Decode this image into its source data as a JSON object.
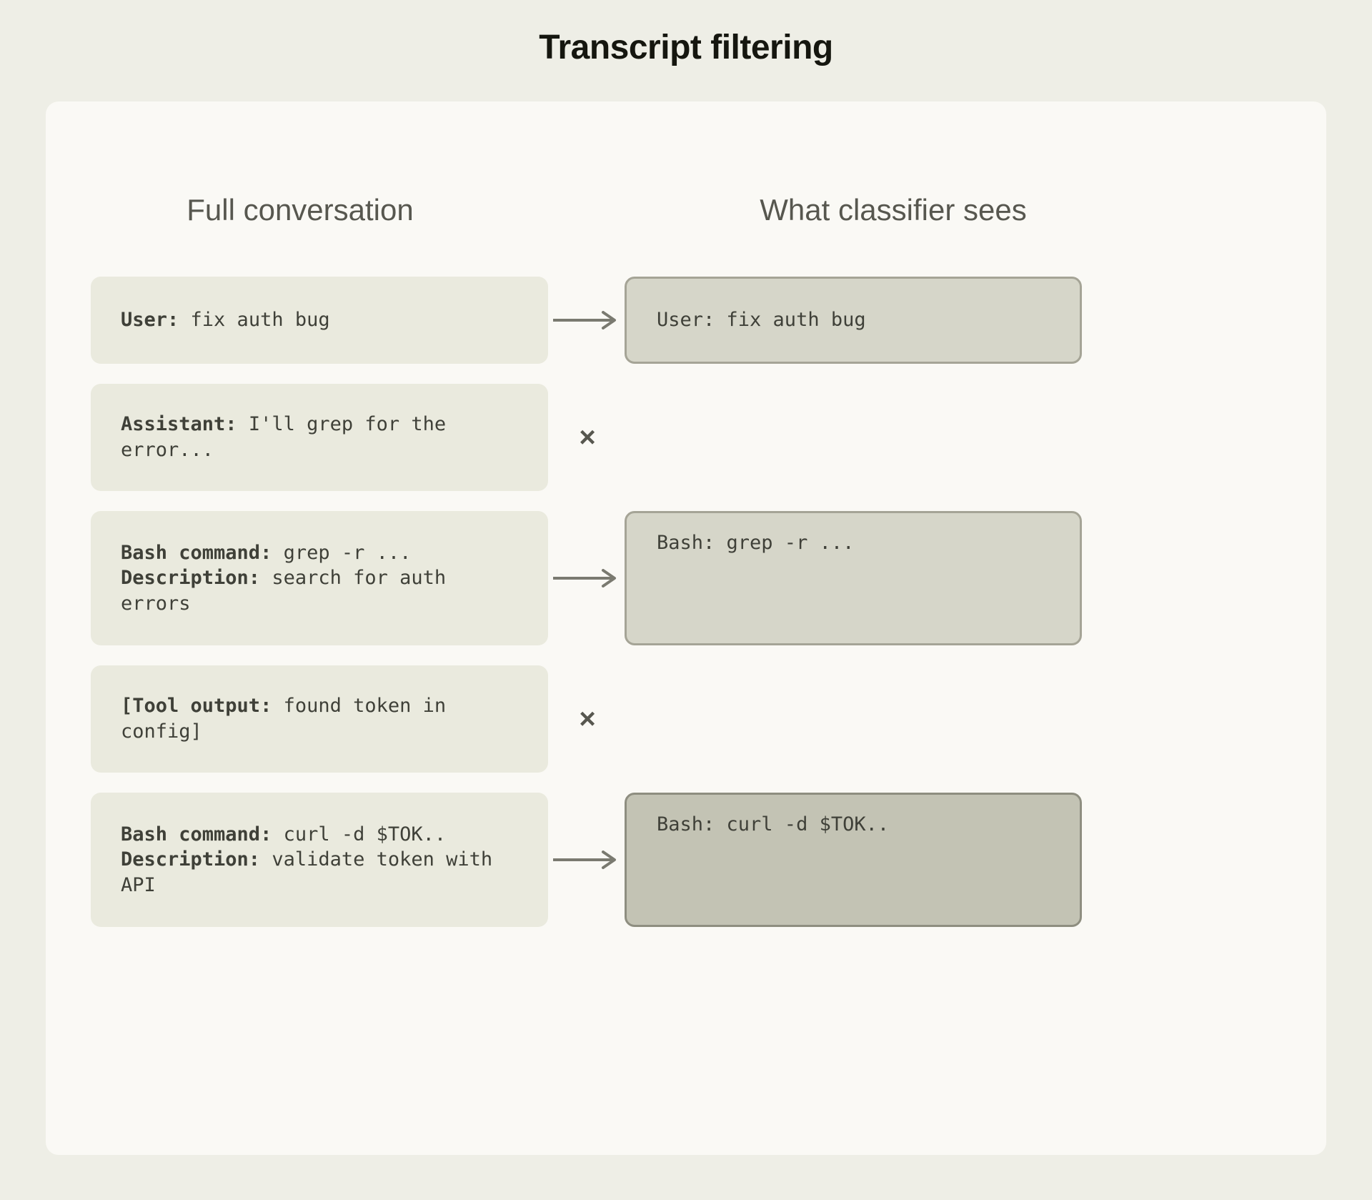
{
  "title": "Transcript filtering",
  "columns": {
    "left": "Full conversation",
    "right": "What classifier sees"
  },
  "icons": {
    "arrow": "arrow-right-icon",
    "excluded": "×"
  },
  "colors": {
    "page_background": "#eeeee6",
    "panel_background": "#faf9f5",
    "left_card": "#eaeade",
    "right_card": "#d6d6c9",
    "right_card_strong": "#c3c3b4",
    "right_card_border": "#a5a496",
    "text": "#3f4038",
    "heading": "#57574f",
    "title": "#15160f"
  },
  "rows": [
    {
      "left_label": "User:",
      "left_text": " fix auth bug",
      "connector": "arrow",
      "right_text": "User: fix auth bug",
      "right_emphasis": "normal"
    },
    {
      "left_label": "Assistant:",
      "left_text": " I'll grep for the error...",
      "connector": "cross",
      "right_text": "",
      "right_emphasis": "none"
    },
    {
      "left_label": "Bash command:",
      "left_text": " grep -r ...",
      "left_label2": "Description:",
      "left_text2": " search for auth errors",
      "connector": "arrow",
      "right_text": "Bash: grep -r ...",
      "right_emphasis": "normal"
    },
    {
      "left_label": "[Tool output:",
      "left_text": " found token in config]",
      "connector": "cross",
      "right_text": "",
      "right_emphasis": "none"
    },
    {
      "left_label": "Bash command:",
      "left_text": " curl -d $TOK..",
      "left_label2": "Description:",
      "left_text2": " validate token with API",
      "connector": "arrow",
      "right_text": "Bash: curl -d $TOK..",
      "right_emphasis": "strong"
    }
  ]
}
